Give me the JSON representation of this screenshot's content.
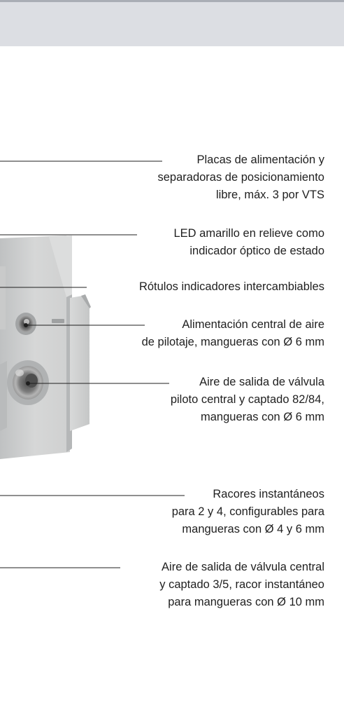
{
  "header": {
    "band_color": "#dcdee3",
    "band_border_color": "#a9adb5"
  },
  "callouts": [
    {
      "id": "supply-plates",
      "lines": [
        "Placas de alimentación y",
        "separadoras de posicionamiento",
        "libre, máx. 3 por VTS"
      ]
    },
    {
      "id": "yellow-led",
      "lines": [
        "LED amarillo en relieve como",
        "indicador óptico de estado"
      ]
    },
    {
      "id": "labels",
      "lines": [
        "Rótulos indicadores intercambiables"
      ]
    },
    {
      "id": "pilot-air-supply",
      "lines": [
        "Alimentación central de aire",
        "de pilotaje, mangueras con Ø 6 mm"
      ]
    },
    {
      "id": "pilot-exhaust",
      "lines": [
        "Aire de salida de válvula",
        "piloto central y captado 82/84,",
        "mangueras con Ø 6 mm"
      ]
    },
    {
      "id": "push-in-fittings",
      "lines": [
        "Racores instantáneos",
        "para 2 y 4, configurables para",
        "mangueras con Ø 4 y 6 mm"
      ]
    },
    {
      "id": "main-exhaust",
      "lines": [
        "Aire de salida de válvula central",
        "y captado 3/5, racor instantáneo",
        "para mangueras con Ø 10 mm"
      ]
    }
  ]
}
